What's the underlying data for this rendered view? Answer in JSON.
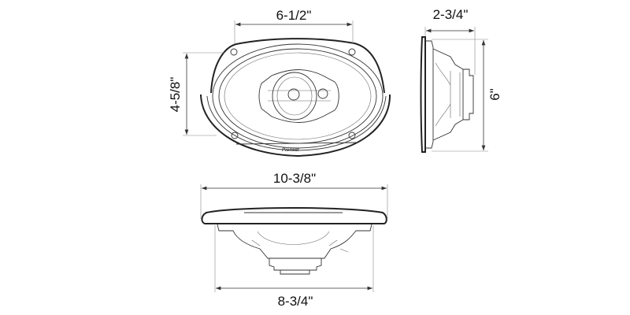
{
  "diagram": {
    "brand_logo": "Pioneer",
    "front_view": {
      "width_label": "6-1/2\"",
      "height_label": "4-5/8\""
    },
    "side_view": {
      "depth_label": "2-3/4\"",
      "height_label": "6\""
    },
    "bottom_view": {
      "overall_width_label": "10-3/8\"",
      "basket_width_label": "8-3/4\""
    },
    "colors": {
      "line": "#222222",
      "background": "#ffffff"
    }
  }
}
